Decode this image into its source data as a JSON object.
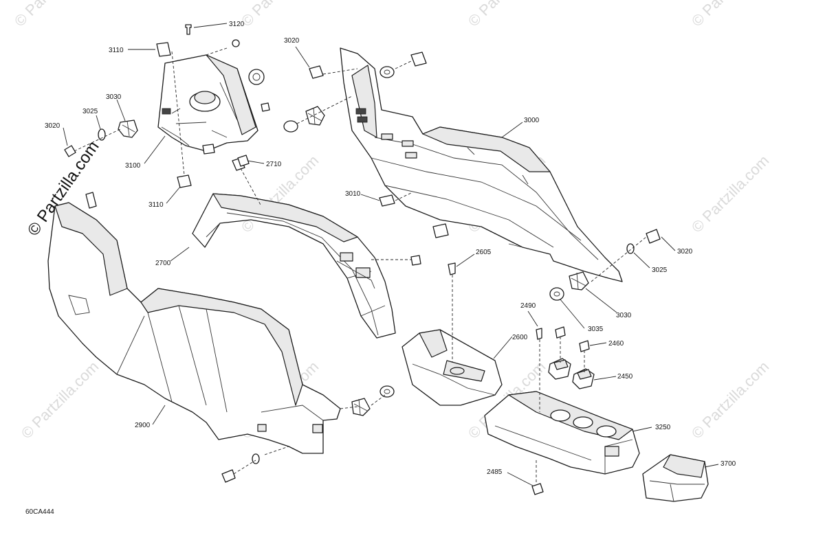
{
  "watermark": {
    "text": "© Partzilla.com",
    "side_text": "© Partzilla.com"
  },
  "diagram_code": "60CA444",
  "callouts": {
    "c3120": "3120",
    "c3110a": "3110",
    "c3110b": "3110",
    "c3030a": "3030",
    "c3025a": "3025",
    "c3020a": "3020",
    "c3100": "3100",
    "c3020b": "3020",
    "c2710": "2710",
    "c2700": "2700",
    "c3000": "3000",
    "c3010": "3010",
    "c3020c": "3020",
    "c3025b": "3025",
    "c3030b": "3030",
    "c3035": "3035",
    "c2605": "2605",
    "c2490": "2490",
    "c2600": "2600",
    "c2460": "2460",
    "c2450": "2450",
    "c3250": "3250",
    "c2900": "2900",
    "c2485": "2485",
    "c3700": "3700"
  }
}
